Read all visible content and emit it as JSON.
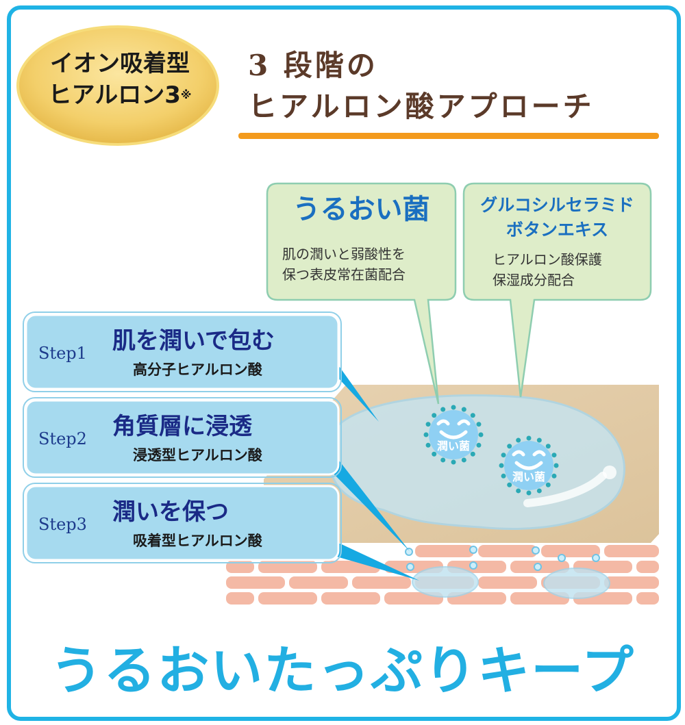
{
  "badge": {
    "line1": "イオン吸着型",
    "line2": "ヒアルロン3",
    "mark": "※"
  },
  "title": {
    "line1": "3 段階の",
    "line2": "ヒアルロン酸アプローチ"
  },
  "callouts": [
    {
      "title": "うるおい菌",
      "body": [
        "肌の潤いと弱酸性を",
        "保つ表皮常在菌配合"
      ]
    },
    {
      "title": [
        "グルコシルセラミド",
        "ボタンエキス"
      ],
      "body": [
        "ヒアルロン酸保護",
        "保湿成分配合"
      ]
    }
  ],
  "steps": [
    {
      "label": "Step1",
      "main": "肌を潤いで包む",
      "sub": "高分子ヒアルロン酸"
    },
    {
      "label": "Step2",
      "main": "角質層に浸透",
      "sub": "浸透型ヒアルロン酸"
    },
    {
      "label": "Step3",
      "main": "潤いを保つ",
      "sub": "吸着型ヒアルロン酸"
    }
  ],
  "bacteria_label": "潤い菌",
  "tagline": "うるおいたっぷりキープ",
  "colors": {
    "frame": "#1fb3e5",
    "title": "#5b3a29",
    "underline": "#f39a1c",
    "step_fill": "#a6daef",
    "callout_fill": "#deedc9",
    "tagline": "#22afe2"
  }
}
